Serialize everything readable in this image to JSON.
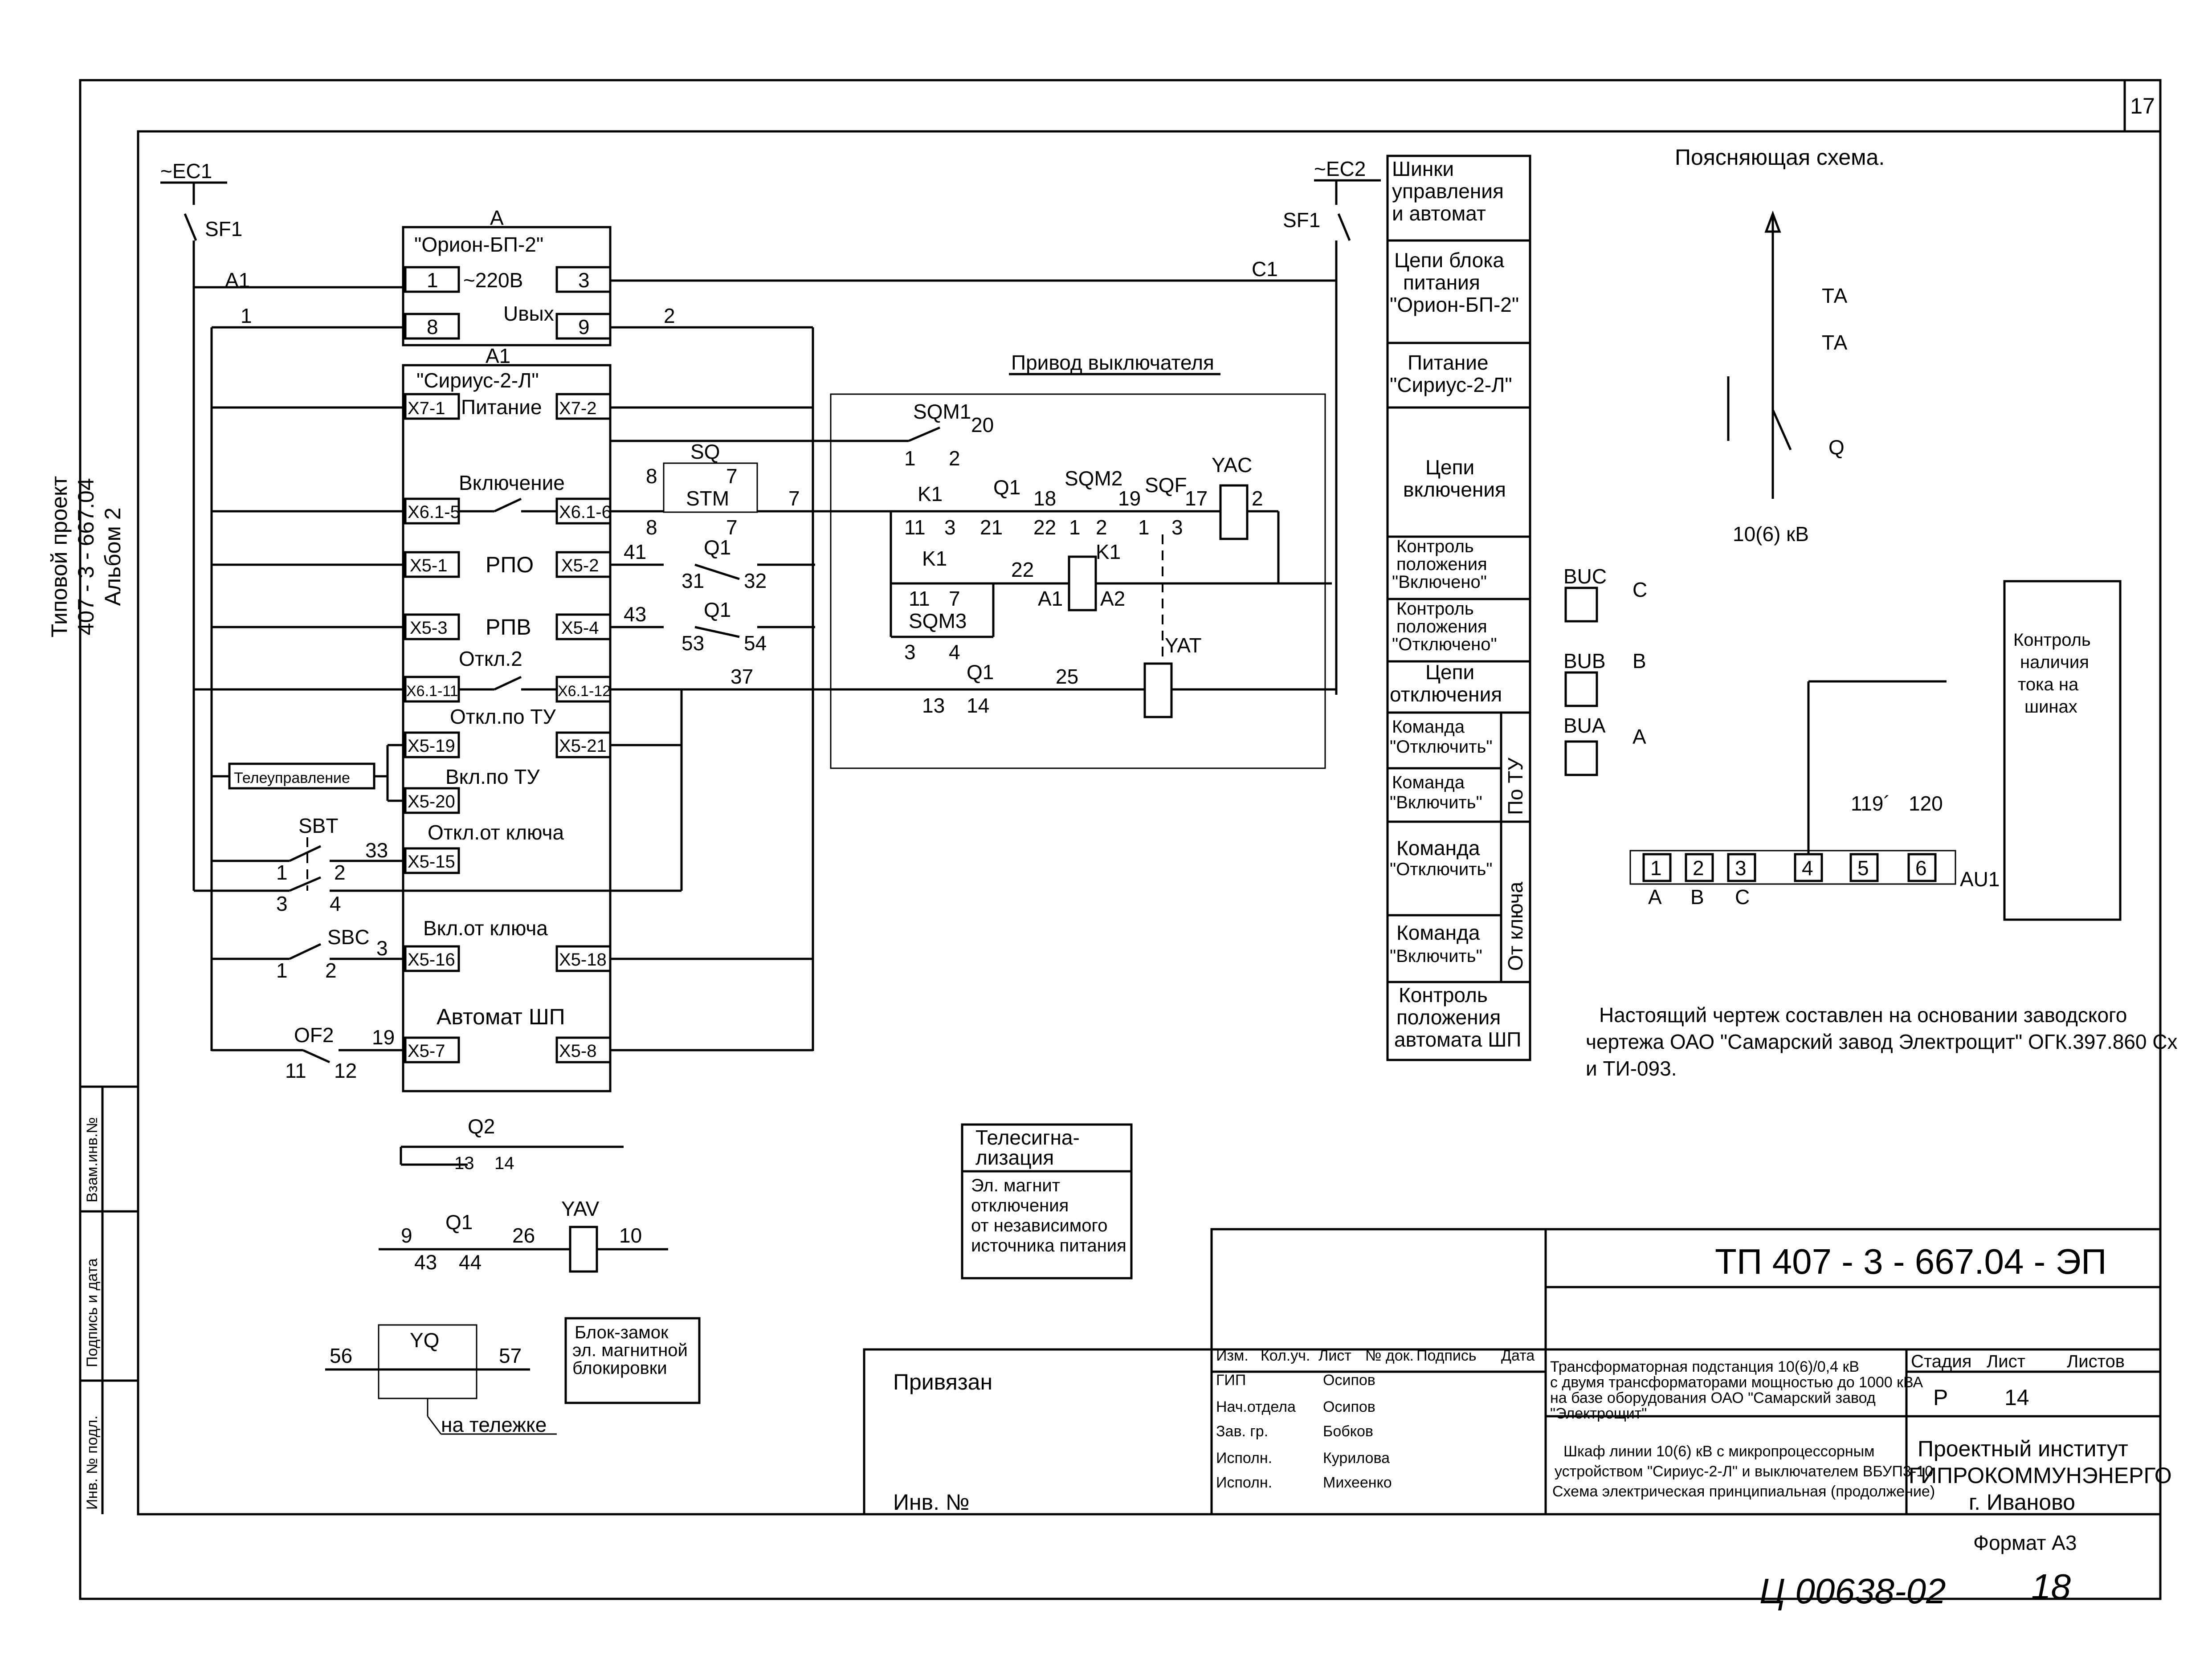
{
  "sheet_number": "17",
  "side_title": [
    "Типовой проект",
    "407 - 3 - 667.04",
    "Альбом 2"
  ],
  "side_stamp": [
    "Взам.инв.№",
    "Подпись и дата",
    "Инв. № подл."
  ],
  "sources": {
    "ec1": "~ЕС1",
    "ec2": "~ЕС2",
    "sf1": "SF1",
    "a1": "А1",
    "c1": "С1"
  },
  "power_block": {
    "letter": "А",
    "name": "\"Орион-БП-2\"",
    "input": "~220В",
    "output": "Uвых.",
    "terminals": [
      "1",
      "3",
      "8",
      "9"
    ]
  },
  "sirius": {
    "letter": "А1",
    "name": "\"Сириус-2-Л\"",
    "power": "Питание",
    "t_x71": "Х7-1",
    "t_x72": "Х7-2"
  },
  "sirius_rows": [
    {
      "label": "Включение",
      "left": "Х6.1-5",
      "right": "Х6.1-6"
    },
    {
      "label": "РПО",
      "left": "Х5-1",
      "right": "Х5-2"
    },
    {
      "label": "РПВ",
      "left": "Х5-3",
      "right": "Х5-4"
    },
    {
      "label": "Откл.2",
      "left": "Х6.1-11",
      "right": "Х6.1-12"
    },
    {
      "label": "Откл.по ТУ",
      "left": "Х5-19",
      "right": "Х5-21"
    },
    {
      "label": "Вкл.по ТУ",
      "left": "Х5-20",
      "right": ""
    },
    {
      "label": "Откл.от ключа",
      "left": "Х5-15",
      "right": ""
    },
    {
      "label": "Вкл.от ключа",
      "left": "Х5-16",
      "right": "Х5-18"
    },
    {
      "label": "Автомат ШП",
      "left": "Х5-7",
      "right": "Х5-8"
    }
  ],
  "telecontrol": "Телеуправление",
  "drive": {
    "title": "Привод выключателя",
    "labels": [
      "SQM1",
      "20",
      "1",
      "2",
      "Q1",
      "18",
      "SQM2",
      "19",
      "SQF",
      "17",
      "YAC",
      "2",
      "K1",
      "11",
      "3",
      "21",
      "22",
      "1",
      "2",
      "1",
      "3",
      "K1",
      "K1",
      "22",
      "A1",
      "A2",
      "11",
      "7",
      "SQM3",
      "3",
      "4",
      "YAT",
      "Q1",
      "13",
      "14",
      "25"
    ]
  },
  "wire_labels": [
    "1",
    "2",
    "7",
    "41",
    "43",
    "37",
    "33",
    "3",
    "19",
    "SQ",
    "STM",
    "8",
    "7",
    "8",
    "7",
    "Q1",
    "31",
    "32",
    "Q1",
    "53",
    "54",
    "SBT",
    "1",
    "2",
    "3",
    "4",
    "SBC",
    "1",
    "2",
    "OF2",
    "11",
    "12"
  ],
  "aux": {
    "q2": "Q2",
    "q2_contacts": [
      "13",
      "14"
    ],
    "q1": "Q1",
    "q1_contacts": [
      "9",
      "43",
      "44",
      "26",
      "10"
    ],
    "yav": "YAV",
    "yq": "YQ",
    "yq_contacts": [
      "56",
      "57"
    ],
    "trolley": "на тележке",
    "lock": "Блок-замок эл. магнитной блокировки",
    "telesignal": "Телесигна- лизация",
    "trip_magnet": "Эл. магнит отключения от независимого источника питания"
  },
  "section_labels": [
    "Шинки управления и автомат",
    "Цепи блока питания \"Орион-БП-2\"",
    "Питание \"Сириус-2-Л\"",
    "Цепи включения",
    "Контроль положения \"Включено\"",
    "Контроль положения \"Отключено\"",
    "Цепи отключения",
    "Команда \"Отключить\"",
    "Команда \"Включить\"",
    "Команда \"Отключить\"",
    "Команда \"Включить\"",
    "Контроль положения автомата ШП"
  ],
  "section_groups": [
    "По ТУ",
    "От ключа"
  ],
  "explain": {
    "title": "Поясняющая схема.",
    "ta1": "ТА",
    "ta2": "ТА",
    "q": "Q",
    "voltage": "10(6) кВ"
  },
  "au1": {
    "bus": [
      "BUC",
      "BUB",
      "BUA"
    ],
    "phases_top": [
      "C",
      "B",
      "A"
    ],
    "terminals": [
      "1",
      "2",
      "3",
      "4",
      "5",
      "6"
    ],
    "phases": [
      "A",
      "B",
      "C"
    ],
    "extra": [
      "119´",
      "120"
    ],
    "name": "AU1",
    "control": "Контроль наличия тока на шинах"
  },
  "note": "Настоящий чертеж составлен на основании заводского чертежа ОАО \"Самарский завод Электрощит\" ОГК.397.860 Сх и ТИ-093.",
  "stamp": {
    "code": "ТП 407 - 3 - 667.04 - ЭП",
    "headers": [
      "Изм.",
      "Кол.уч.",
      "Лист",
      "№ док.",
      "Подпись",
      "Дата"
    ],
    "roles": [
      "ГИП",
      "Нач.отдела",
      "Зав. гр.",
      "Исполн.",
      "Исполн."
    ],
    "names": [
      "Осипов",
      "Осипов",
      "Бобков",
      "Курилова",
      "Михеенко"
    ],
    "title1": "Трансформаторная подстанция 10(6)/0,4 кВ с двумя трансформаторами мощностью до 1000 кВА на базе оборудования ОАО \"Самарский завод \"Электрощит\"",
    "title2": "Шкаф линии 10(6) кВ с микропроцессорным устройством \"Сириус-2-Л\" и выключателем ВБУП3-10 Схема электрическая принципиальная (продолжение)",
    "stage_h": "Стадия",
    "sheet_h": "Лист",
    "sheets_h": "Листов",
    "stage": "Р",
    "sheet": "14",
    "org": [
      "Проектный институт",
      "ГИПРОКОММУНЭНЕРГО",
      "г. Иваново"
    ],
    "bound": "Привязан",
    "inv": "Инв. №"
  },
  "format": "Формат А3",
  "handwritten": "Ц 00638-02",
  "page_no_hand": "18"
}
